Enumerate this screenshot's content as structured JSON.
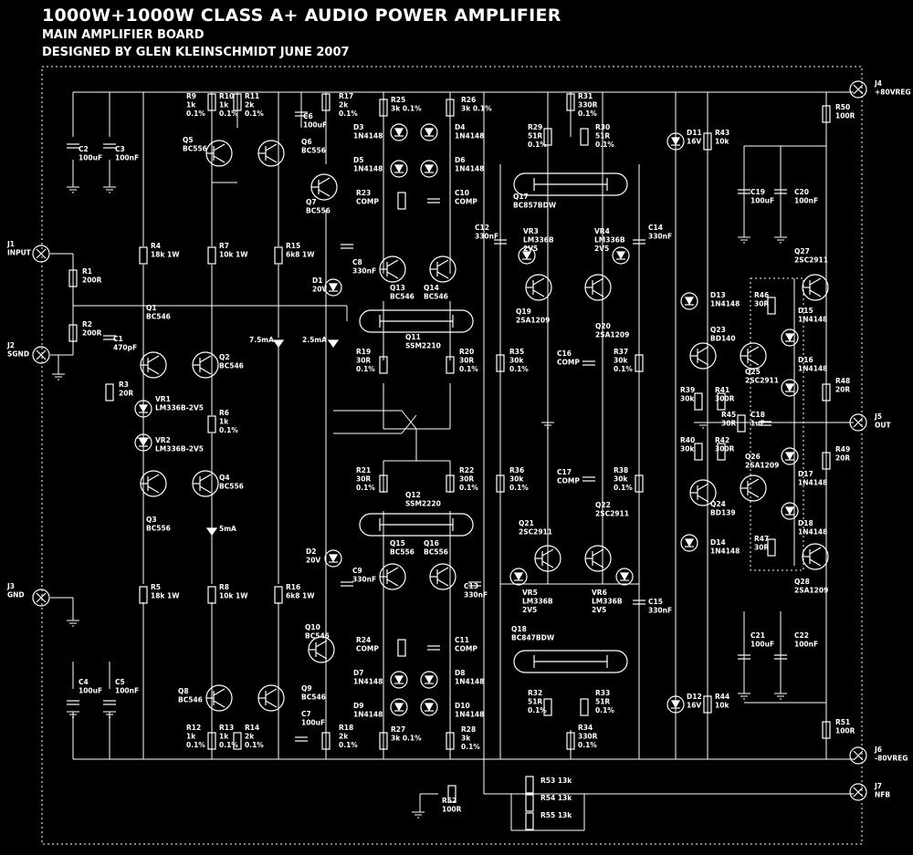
{
  "header": {
    "title": "1000W+1000W CLASS A+ AUDIO POWER AMPLIFIER",
    "subtitle": "MAIN AMPLIFIER BOARD",
    "credit": "DESIGNED BY GLEN KLEINSCHMIDT JUNE 2007"
  },
  "colors": {
    "background": "#000000",
    "lines": "#ffffff"
  },
  "connectors": [
    {
      "id": "J1",
      "lines": [
        "J1",
        "INPUT"
      ]
    },
    {
      "id": "J2",
      "lines": [
        "J2",
        "SGND"
      ]
    },
    {
      "id": "J3",
      "lines": [
        "J3",
        "GND"
      ]
    },
    {
      "id": "J4",
      "lines": [
        "J4",
        "+80VREG"
      ]
    },
    {
      "id": "J5",
      "lines": [
        "J5",
        "OUT"
      ]
    },
    {
      "id": "J6",
      "lines": [
        "J6",
        "-80VREG"
      ]
    },
    {
      "id": "J7",
      "lines": [
        "J7",
        "NFB"
      ]
    }
  ],
  "components": [
    {
      "id": "C2",
      "lines": [
        "C2",
        "100uF"
      ]
    },
    {
      "id": "C3",
      "lines": [
        "C3",
        "100nF"
      ]
    },
    {
      "id": "C4",
      "lines": [
        "C4",
        "100uF"
      ]
    },
    {
      "id": "C5",
      "lines": [
        "C5",
        "100nF"
      ]
    },
    {
      "id": "R1",
      "lines": [
        "R1",
        "200R"
      ]
    },
    {
      "id": "R2",
      "lines": [
        "R2",
        "200R"
      ]
    },
    {
      "id": "C1",
      "lines": [
        "C1",
        "470pF"
      ]
    },
    {
      "id": "R3",
      "lines": [
        "R3",
        "20R"
      ]
    },
    {
      "id": "R4",
      "lines": [
        "R4",
        "18k 1W"
      ]
    },
    {
      "id": "R5",
      "lines": [
        "R5",
        "18k 1W"
      ]
    },
    {
      "id": "R9",
      "lines": [
        "R9",
        "1k",
        "0.1%"
      ]
    },
    {
      "id": "R10",
      "lines": [
        "R10",
        "1k",
        "0.1%"
      ]
    },
    {
      "id": "R11",
      "lines": [
        "R11",
        "2k",
        "0.1%"
      ]
    },
    {
      "id": "C6",
      "lines": [
        "C6",
        "100uF"
      ]
    },
    {
      "id": "R17",
      "lines": [
        "R17",
        "2k",
        "0.1%"
      ]
    },
    {
      "id": "Q5",
      "lines": [
        "Q5",
        "BC556"
      ]
    },
    {
      "id": "Q6",
      "lines": [
        "Q6",
        "BC556"
      ]
    },
    {
      "id": "Q7",
      "lines": [
        "Q7",
        "BC556"
      ]
    },
    {
      "id": "R7",
      "lines": [
        "R7",
        "10k 1W"
      ]
    },
    {
      "id": "R15",
      "lines": [
        "R15",
        "6k8 1W"
      ]
    },
    {
      "id": "Q1",
      "lines": [
        "Q1",
        "BC546"
      ]
    },
    {
      "id": "Q2",
      "lines": [
        "Q2",
        "BC546"
      ]
    },
    {
      "id": "VR1",
      "lines": [
        "VR1",
        "LM336B-2V5"
      ]
    },
    {
      "id": "VR2",
      "lines": [
        "VR2",
        "LM336B-2V5"
      ]
    },
    {
      "id": "R6",
      "lines": [
        "R6",
        "1k",
        "0.1%"
      ]
    },
    {
      "id": "Q3",
      "lines": [
        "Q3",
        "BC556"
      ]
    },
    {
      "id": "Q4",
      "lines": [
        "Q4",
        "BC556"
      ]
    },
    {
      "id": "R8",
      "lines": [
        "R8",
        "10k 1W"
      ]
    },
    {
      "id": "R16",
      "lines": [
        "R16",
        "6k8 1W"
      ]
    },
    {
      "id": "Q10",
      "lines": [
        "Q10",
        "BC546"
      ]
    },
    {
      "id": "Q8",
      "lines": [
        "Q8",
        "BC546"
      ]
    },
    {
      "id": "Q9",
      "lines": [
        "Q9",
        "BC546"
      ]
    },
    {
      "id": "C7",
      "lines": [
        "C7",
        "100uF"
      ]
    },
    {
      "id": "R12",
      "lines": [
        "R12",
        "1k",
        "0.1%"
      ]
    },
    {
      "id": "R13",
      "lines": [
        "R13",
        "1k",
        "0.1%"
      ]
    },
    {
      "id": "R14",
      "lines": [
        "R14",
        "2k",
        "0.1%"
      ]
    },
    {
      "id": "R18",
      "lines": [
        "R18",
        "2k",
        "0.1%"
      ]
    },
    {
      "id": "I1",
      "lines": [
        "7.5mA"
      ]
    },
    {
      "id": "I2",
      "lines": [
        "2.5mA"
      ]
    },
    {
      "id": "I3",
      "lines": [
        "5mA"
      ]
    },
    {
      "id": "R25",
      "lines": [
        "R25",
        "3k 0.1%"
      ]
    },
    {
      "id": "R26",
      "lines": [
        "R26",
        "3k 0.1%"
      ]
    },
    {
      "id": "D3",
      "lines": [
        "D3",
        "1N4148"
      ]
    },
    {
      "id": "D4",
      "lines": [
        "D4",
        "1N4148"
      ]
    },
    {
      "id": "D5",
      "lines": [
        "D5",
        "1N4148"
      ]
    },
    {
      "id": "D6",
      "lines": [
        "D6",
        "1N4148"
      ]
    },
    {
      "id": "R23",
      "lines": [
        "R23",
        "COMP"
      ]
    },
    {
      "id": "C10",
      "lines": [
        "C10",
        "COMP"
      ]
    },
    {
      "id": "C8",
      "lines": [
        "C8",
        "330nF"
      ]
    },
    {
      "id": "D1",
      "lines": [
        "D1",
        "20V"
      ]
    },
    {
      "id": "Q13",
      "lines": [
        "Q13",
        "BC546"
      ]
    },
    {
      "id": "Q14",
      "lines": [
        "Q14",
        "BC546"
      ]
    },
    {
      "id": "Q11",
      "lines": [
        "Q11",
        "SSM2210"
      ]
    },
    {
      "id": "R19",
      "lines": [
        "R19",
        "30R",
        "0.1%"
      ]
    },
    {
      "id": "R20",
      "lines": [
        "R20",
        "30R",
        "0.1%"
      ]
    },
    {
      "id": "R21",
      "lines": [
        "R21",
        "30R",
        "0.1%"
      ]
    },
    {
      "id": "R22",
      "lines": [
        "R22",
        "30R",
        "0.1%"
      ]
    },
    {
      "id": "Q12",
      "lines": [
        "Q12",
        "SSM2220"
      ]
    },
    {
      "id": "D2",
      "lines": [
        "D2",
        "20V"
      ]
    },
    {
      "id": "C9",
      "lines": [
        "C9",
        "330nF"
      ]
    },
    {
      "id": "Q15",
      "lines": [
        "Q15",
        "BC556"
      ]
    },
    {
      "id": "Q16",
      "lines": [
        "Q16",
        "BC556"
      ]
    },
    {
      "id": "C13",
      "lines": [
        "C13",
        "330nF"
      ]
    },
    {
      "id": "R24",
      "lines": [
        "R24",
        "COMP"
      ]
    },
    {
      "id": "C11",
      "lines": [
        "C11",
        "COMP"
      ]
    },
    {
      "id": "D7",
      "lines": [
        "D7",
        "1N4148"
      ]
    },
    {
      "id": "D8",
      "lines": [
        "D8",
        "1N4148"
      ]
    },
    {
      "id": "D9",
      "lines": [
        "D9",
        "1N4148"
      ]
    },
    {
      "id": "D10",
      "lines": [
        "D10",
        "1N4148"
      ]
    },
    {
      "id": "R27",
      "lines": [
        "R27",
        "3k 0.1%"
      ]
    },
    {
      "id": "R28",
      "lines": [
        "R28",
        "3k",
        "0.1%"
      ]
    },
    {
      "id": "R31",
      "lines": [
        "R31",
        "330R",
        "0.1%"
      ]
    },
    {
      "id": "R29",
      "lines": [
        "R29",
        "51R",
        "0.1%"
      ]
    },
    {
      "id": "R30",
      "lines": [
        "R30",
        "51R",
        "0.1%"
      ]
    },
    {
      "id": "Q17",
      "lines": [
        "Q17",
        "BC857BDW"
      ]
    },
    {
      "id": "C12",
      "lines": [
        "C12",
        "330nF"
      ]
    },
    {
      "id": "VR3",
      "lines": [
        "VR3",
        "LM336B",
        "2V5"
      ]
    },
    {
      "id": "VR4",
      "lines": [
        "VR4",
        "LM336B",
        "2V5"
      ]
    },
    {
      "id": "C14",
      "lines": [
        "C14",
        "330nF"
      ]
    },
    {
      "id": "Q19",
      "lines": [
        "Q19",
        "2SA1209"
      ]
    },
    {
      "id": "Q20",
      "lines": [
        "Q20",
        "2SA1209"
      ]
    },
    {
      "id": "R35",
      "lines": [
        "R35",
        "30k",
        "0.1%"
      ]
    },
    {
      "id": "C16",
      "lines": [
        "C16",
        "COMP"
      ]
    },
    {
      "id": "R37",
      "lines": [
        "R37",
        "30k",
        "0.1%"
      ]
    },
    {
      "id": "R36",
      "lines": [
        "R36",
        "30k",
        "0.1%"
      ]
    },
    {
      "id": "C17",
      "lines": [
        "C17",
        "COMP"
      ]
    },
    {
      "id": "R38",
      "lines": [
        "R38",
        "30k",
        "0.1%"
      ]
    },
    {
      "id": "Q21",
      "lines": [
        "Q21",
        "2SC2911"
      ]
    },
    {
      "id": "Q22",
      "lines": [
        "Q22",
        "2SC2911"
      ]
    },
    {
      "id": "VR5",
      "lines": [
        "VR5",
        "LM336B",
        "2V5"
      ]
    },
    {
      "id": "VR6",
      "lines": [
        "VR6",
        "LM336B",
        "2V5"
      ]
    },
    {
      "id": "C15",
      "lines": [
        "C15",
        "330nF"
      ]
    },
    {
      "id": "Q18",
      "lines": [
        "Q18",
        "BC847BDW"
      ]
    },
    {
      "id": "R32",
      "lines": [
        "R32",
        "51R",
        "0.1%"
      ]
    },
    {
      "id": "R33",
      "lines": [
        "R33",
        "51R",
        "0.1%"
      ]
    },
    {
      "id": "R34",
      "lines": [
        "R34",
        "330R",
        "0.1%"
      ]
    },
    {
      "id": "D11",
      "lines": [
        "D11",
        "16V"
      ]
    },
    {
      "id": "R43",
      "lines": [
        "R43",
        "10k"
      ]
    },
    {
      "id": "R50",
      "lines": [
        "R50",
        "100R"
      ]
    },
    {
      "id": "C19",
      "lines": [
        "C19",
        "100uF"
      ]
    },
    {
      "id": "C20",
      "lines": [
        "C20",
        "100nF"
      ]
    },
    {
      "id": "Q27",
      "lines": [
        "Q27",
        "2SC2911"
      ]
    },
    {
      "id": "D13",
      "lines": [
        "D13",
        "1N4148"
      ]
    },
    {
      "id": "R46",
      "lines": [
        "R46",
        "30R"
      ]
    },
    {
      "id": "D15",
      "lines": [
        "D15",
        "1N4148"
      ]
    },
    {
      "id": "Q23",
      "lines": [
        "Q23",
        "BD140"
      ]
    },
    {
      "id": "Q25",
      "lines": [
        "Q25",
        "2SC2911"
      ]
    },
    {
      "id": "D16",
      "lines": [
        "D16",
        "1N4148"
      ]
    },
    {
      "id": "R48",
      "lines": [
        "R48",
        "20R"
      ]
    },
    {
      "id": "R39",
      "lines": [
        "R39",
        "30k"
      ]
    },
    {
      "id": "R41",
      "lines": [
        "R41",
        "300R"
      ]
    },
    {
      "id": "R45",
      "lines": [
        "R45",
        "30R"
      ]
    },
    {
      "id": "C18",
      "lines": [
        "C18",
        "1uF"
      ]
    },
    {
      "id": "R40",
      "lines": [
        "R40",
        "30k"
      ]
    },
    {
      "id": "R42",
      "lines": [
        "R42",
        "300R"
      ]
    },
    {
      "id": "Q26",
      "lines": [
        "Q26",
        "2SA1209"
      ]
    },
    {
      "id": "R49",
      "lines": [
        "R49",
        "20R"
      ]
    },
    {
      "id": "D17",
      "lines": [
        "D17",
        "1N4148"
      ]
    },
    {
      "id": "Q24",
      "lines": [
        "Q24",
        "BD139"
      ]
    },
    {
      "id": "D14",
      "lines": [
        "D14",
        "1N4148"
      ]
    },
    {
      "id": "R47",
      "lines": [
        "R47",
        "30R"
      ]
    },
    {
      "id": "D18",
      "lines": [
        "D18",
        "1N4148"
      ]
    },
    {
      "id": "Q28",
      "lines": [
        "Q28",
        "2SA1209"
      ]
    },
    {
      "id": "C21",
      "lines": [
        "C21",
        "100uF"
      ]
    },
    {
      "id": "C22",
      "lines": [
        "C22",
        "100nF"
      ]
    },
    {
      "id": "D12",
      "lines": [
        "D12",
        "16V"
      ]
    },
    {
      "id": "R44",
      "lines": [
        "R44",
        "10k"
      ]
    },
    {
      "id": "R51",
      "lines": [
        "R51",
        "100R"
      ]
    },
    {
      "id": "R52",
      "lines": [
        "R52",
        "100R"
      ]
    },
    {
      "id": "R53",
      "lines": [
        "R53 13k"
      ]
    },
    {
      "id": "R54",
      "lines": [
        "R54 13k"
      ]
    },
    {
      "id": "R55",
      "lines": [
        "R55 13k"
      ]
    }
  ]
}
